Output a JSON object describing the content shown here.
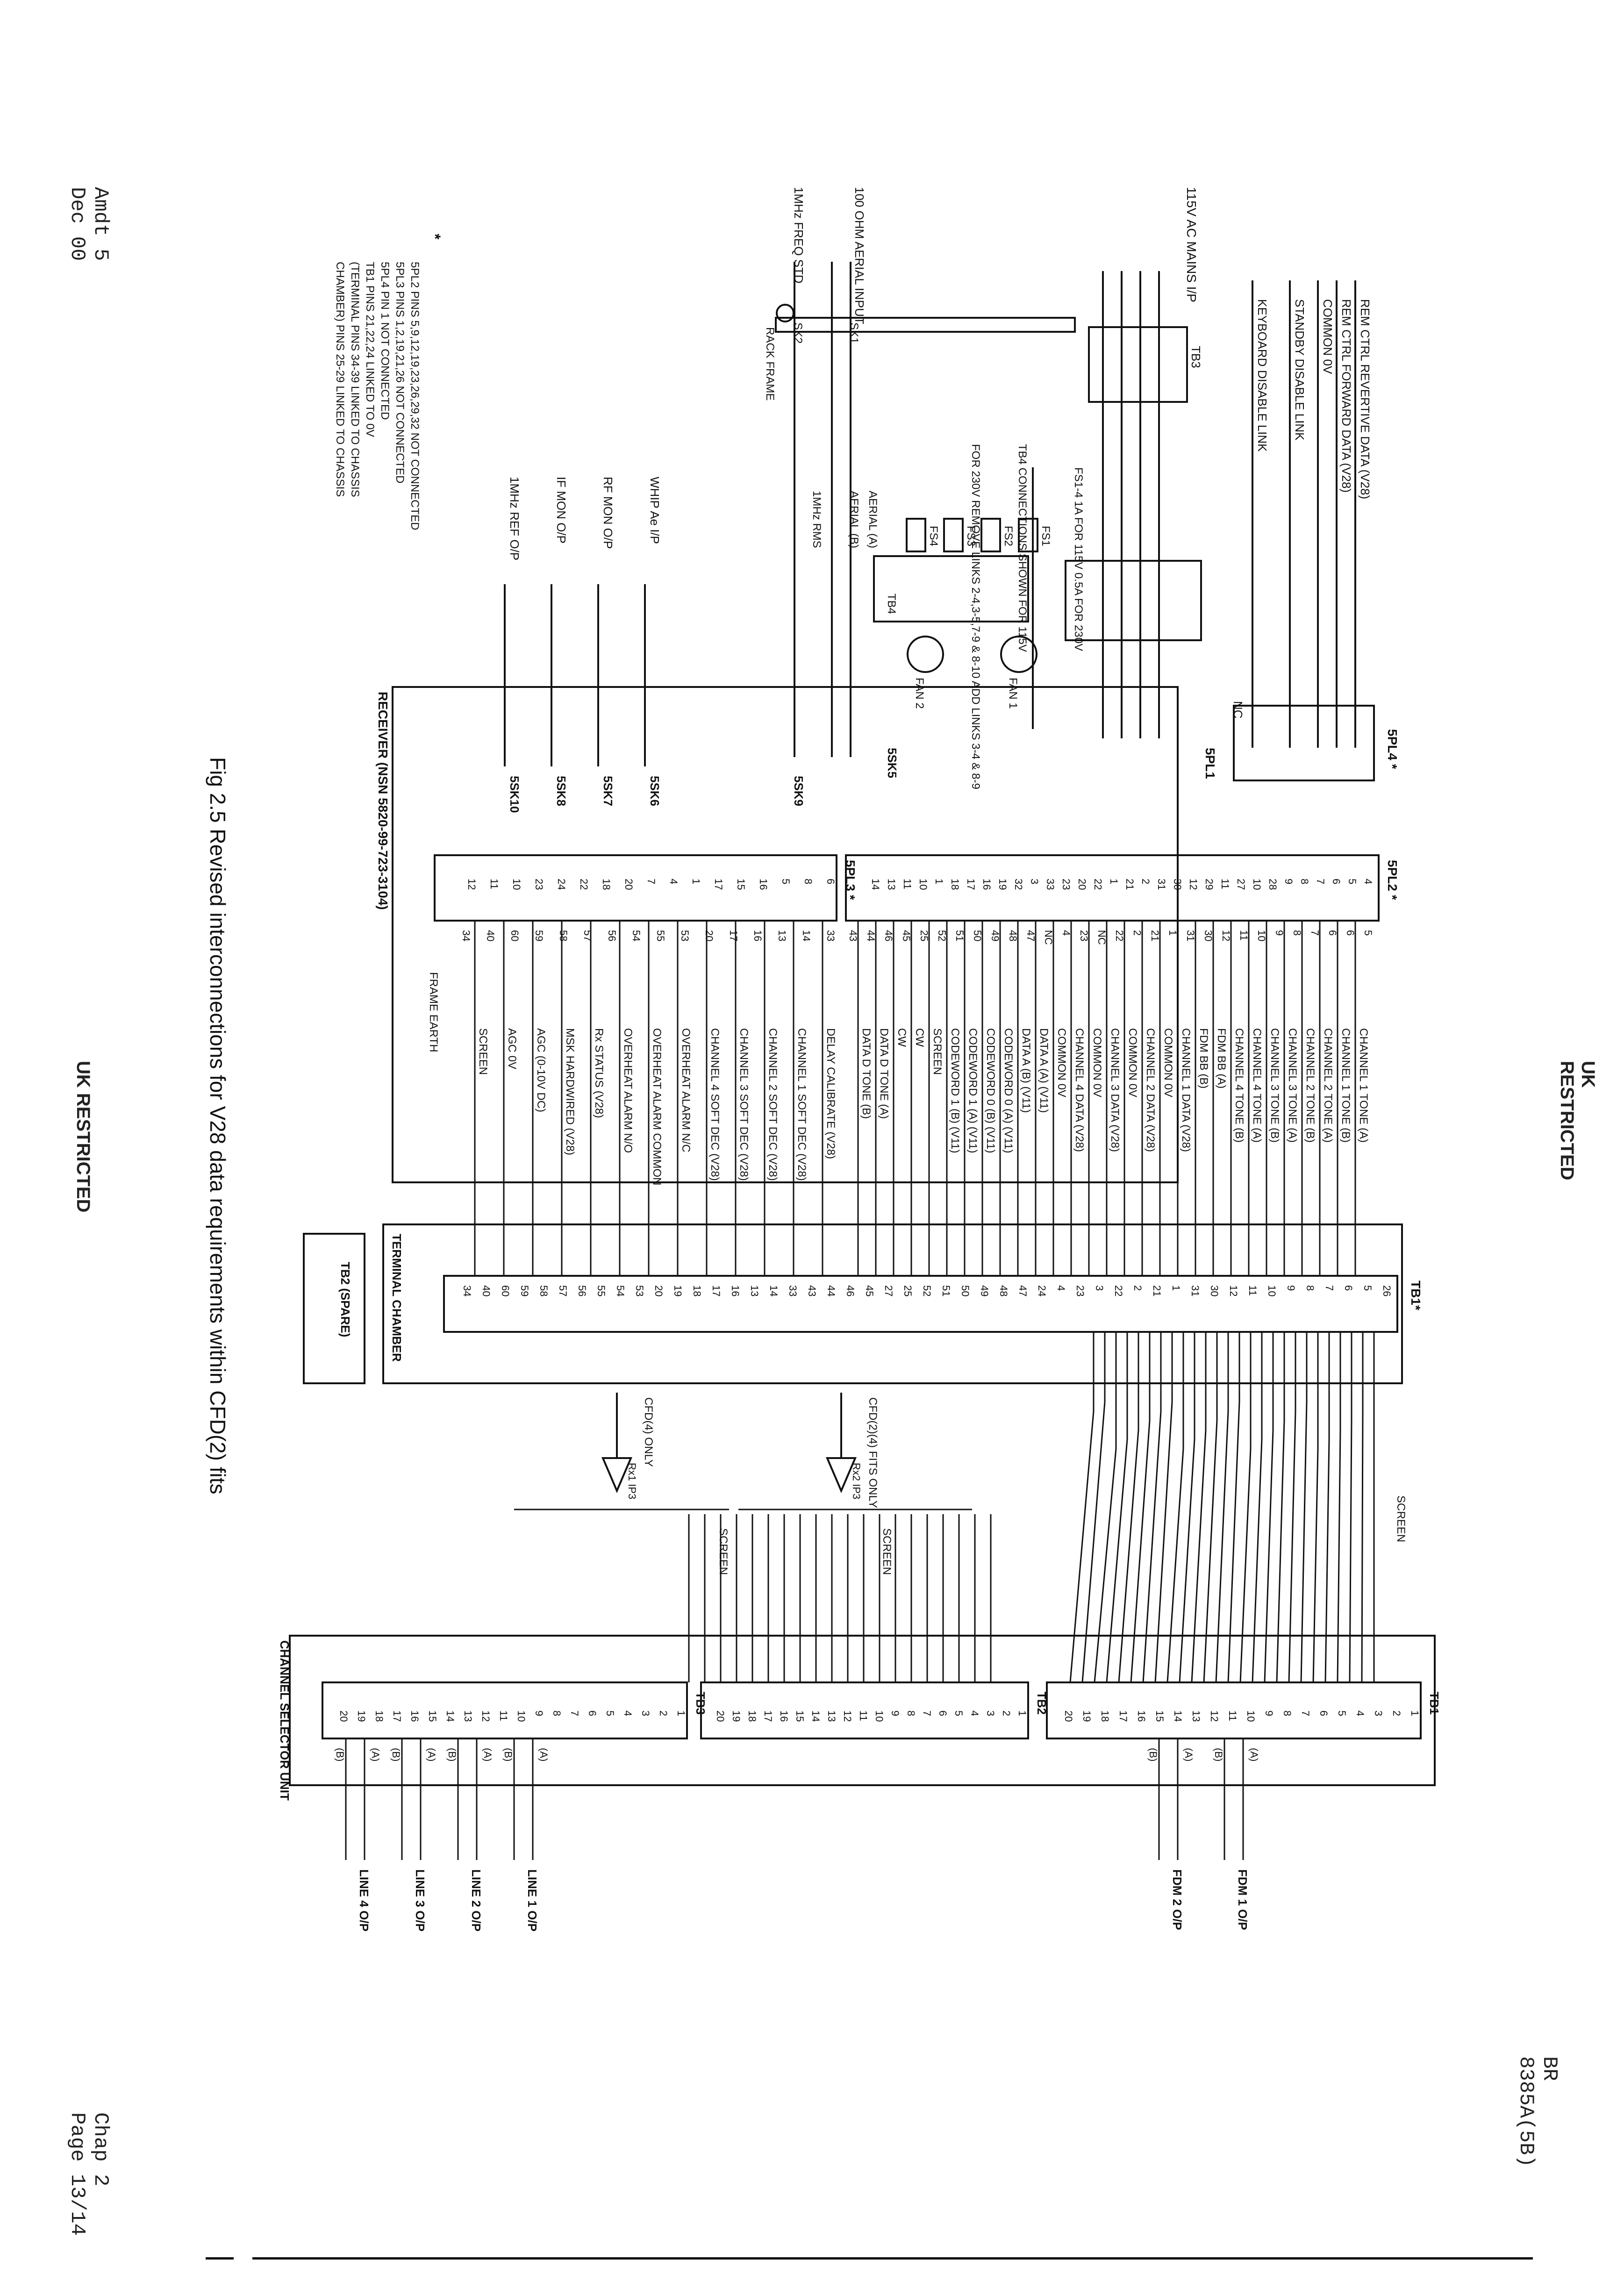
{
  "header": {
    "doc_ref": "BR 8385A(5B)",
    "classification": "UK RESTRICTED"
  },
  "footer": {
    "amendment": "Amdt 5",
    "date": "Dec 00",
    "chapter": "Chap 2",
    "page": "Page 13/14"
  },
  "figure": {
    "caption": "Fig 2.5   Revised interconnections for V28 data requirements within CFD(2) fits"
  },
  "receiver": {
    "title": "RECEIVER (NSN 5820-99-723-3104)"
  },
  "terminal_chamber": {
    "title": "TERMINAL CHAMBER",
    "tb1": "TB1*",
    "tb2_spare": "TB2 (SPARE)"
  },
  "channel_selector": {
    "title": "CHANNEL SELECTOR UNIT",
    "tb1": "TB1",
    "tb2": "TB2",
    "tb3": "TB3"
  },
  "connectors": {
    "spl4": "5PL4 *",
    "spl1": "5PL1",
    "spl2": "5PL2 *",
    "spl3": "5PL3 *",
    "ssk5": "5SK5",
    "ssk9": "5SK9",
    "ssk6": "5SK6",
    "ssk7": "5SK7",
    "ssk8": "5SK8",
    "ssk10": "5SK10",
    "sk1": "SK1",
    "sk2": "SK2",
    "tb3": "TB3",
    "tb4": "TB4",
    "nc": "NC"
  },
  "remote_signals": [
    "REM CTRL REVERTIVE DATA (V28)",
    "REM CTRL FORWARD DATA (V28)",
    "COMMON 0V",
    "STANDBY DISABLE LINK",
    "KEYBOARD DISABLE LINK"
  ],
  "power": {
    "mains": "115V AC MAINS I/P",
    "fuse_note": "FS1-4 1A FOR 115V 0.5A FOR 230V",
    "tb4_note": "TB4 CONNECTIONS SHOWN FOR 115V",
    "link_note": "FOR 230V REMOVE LINKS 2-4,3-5,7-9 & 8-10 ADD LINKS 3-4 & 8-9",
    "fuses": [
      "FS1",
      "FS2",
      "FS3",
      "FS4"
    ],
    "fans": [
      "FAN 1",
      "FAN 2"
    ]
  },
  "rf_inputs": {
    "aerial": "100 OHM AERIAL INPUT",
    "freq_std": "1MHz FREQ STD",
    "rack_frame": "RACK FRAME",
    "aerial_a": "AERIAL (A)",
    "aerial_b": "AERIAL (B)",
    "rms": "1MHz RMS"
  },
  "rf_outputs": [
    "WHIP Ae I/P",
    "RF MON O/P",
    "IF MON O/P",
    "1MHz REF O/P"
  ],
  "spl2_signals": [
    "CHANNEL 1 TONE (A)",
    "CHANNEL 1 TONE (B)",
    "CHANNEL 2 TONE (A)",
    "CHANNEL 2 TONE (B)",
    "CHANNEL 3 TONE (A)",
    "CHANNEL 3 TONE (B)",
    "CHANNEL 4 TONE (A)",
    "CHANNEL 4 TONE (B)",
    "FDM BB (A)",
    "FDM BB (B)",
    "CHANNEL 1 DATA (V28)",
    "COMMON 0V",
    "CHANNEL 2 DATA (V28)",
    "COMMON 0V",
    "CHANNEL 3 DATA (V28)",
    "COMMON 0V",
    "CHANNEL 4 DATA (V28)",
    "COMMON 0V",
    "DATA A (A) (V11)",
    "DATA A (B) (V11)",
    "CODEWORD 0 (A) (V11)",
    "CODEWORD 0 (B) (V11)",
    "CODEWORD 1 (A) (V11)",
    "CODEWORD 1 (B) (V11)",
    "SCREEN",
    "CW",
    "CW",
    "DATA D TONE (A)",
    "DATA D TONE (B)"
  ],
  "spl3_signals": [
    "DELAY CALIBRATE (V28)",
    "CHANNEL 1 SOFT DEC (V28)",
    "CHANNEL 2 SOFT DEC (V28)",
    "CHANNEL 3 SOFT DEC (V28)",
    "CHANNEL 4 SOFT DEC (V28)",
    "OVERHEAT ALARM N/C",
    "OVERHEAT ALARM COMMON",
    "OVERHEAT ALARM N/O",
    "Rx STATUS (V28)",
    "MSK HARDWIRED (V28)",
    "AGC (0-10V DC)",
    "AGC 0V",
    "SCREEN"
  ],
  "spl2_pins_left": [
    "4",
    "5",
    "6",
    "7",
    "8",
    "9",
    "28",
    "10",
    "27",
    "11",
    "29",
    "12",
    "30",
    "31",
    "2",
    "21",
    "1",
    "22",
    "20",
    "23",
    "33",
    "3",
    "32",
    "19",
    "16",
    "17",
    "18",
    "1",
    "10",
    "11",
    "13",
    "14"
  ],
  "spl2_pins_right": [
    "5",
    "6",
    "6",
    "7",
    "8",
    "9",
    "10",
    "11",
    "12",
    "30",
    "31",
    "1",
    "21",
    "2",
    "22",
    "NC",
    "23",
    "4",
    "NC",
    "47",
    "48",
    "49",
    "50",
    "51",
    "52",
    "25",
    "45",
    "46",
    "44",
    "43"
  ],
  "spl3_pins_left": [
    "6",
    "8",
    "5",
    "16",
    "15",
    "17",
    "1",
    "4",
    "7",
    "20",
    "18",
    "22",
    "24",
    "23",
    "10",
    "11",
    "12"
  ],
  "spl3_pins_right": [
    "33",
    "14",
    "13",
    "16",
    "17",
    "20",
    "53",
    "55",
    "54",
    "56",
    "57",
    "58",
    "59",
    "60",
    "40",
    "34"
  ],
  "tb1_pins": [
    "26",
    "5",
    "6",
    "7",
    "8",
    "9",
    "10",
    "11",
    "12",
    "30",
    "31",
    "1",
    "21",
    "2",
    "22",
    "3",
    "23",
    "4",
    "24",
    "47",
    "48",
    "49",
    "50",
    "51",
    "52",
    "25",
    "27",
    "45",
    "46",
    "44",
    "43",
    "33",
    "14",
    "13",
    "16",
    "17",
    "18",
    "19",
    "20",
    "53",
    "54",
    "55",
    "56",
    "57",
    "58",
    "59",
    "60",
    "40",
    "34"
  ],
  "cfd_labels": {
    "cfd_fits_only": "CFD(2)(4) FITS ONLY",
    "cfd_only": "CFD(4) ONLY",
    "rx2": "Rx2 IP3",
    "rx1": "Rx1 IP3"
  },
  "screen_label": "SCREEN",
  "selector_pins": [
    "1",
    "2",
    "3",
    "4",
    "5",
    "6",
    "7",
    "8",
    "9",
    "10",
    "11",
    "12",
    "13",
    "14",
    "15",
    "16",
    "17",
    "18",
    "19",
    "20"
  ],
  "line_outputs": [
    {
      "label": "FDM 1 O/P",
      "a": "(A)",
      "b": "(B)"
    },
    {
      "label": "FDM 2 O/P",
      "a": "(A)",
      "b": "(B)"
    },
    {
      "label": "LINE 1 O/P",
      "a": "(A)",
      "b": "(B)"
    },
    {
      "label": "LINE 2 O/P",
      "a": "(A)",
      "b": "(B)"
    },
    {
      "label": "LINE 3 O/P",
      "a": "(A)",
      "b": "(B)"
    },
    {
      "label": "LINE 4 O/P",
      "a": "(A)",
      "b": "(B)"
    }
  ],
  "footnote": {
    "marker": "*",
    "lines": [
      "5PL2   PINS 5,9,12,19,23,26,29,32 NOT CONNECTED",
      "5PL3   PINS 1,2,19,21,26 NOT CONNECTED",
      "5PL4   PIN 1 NOT CONNECTED",
      "TB1    PINS 21,22,24 LINKED TO 0V",
      "(TERMINAL  PINS 34-39 LINKED TO CHASSIS",
      "CHAMBER)   PINS 25-29 LINKED TO CHASSIS"
    ]
  },
  "frame_earth": "FRAME EARTH"
}
